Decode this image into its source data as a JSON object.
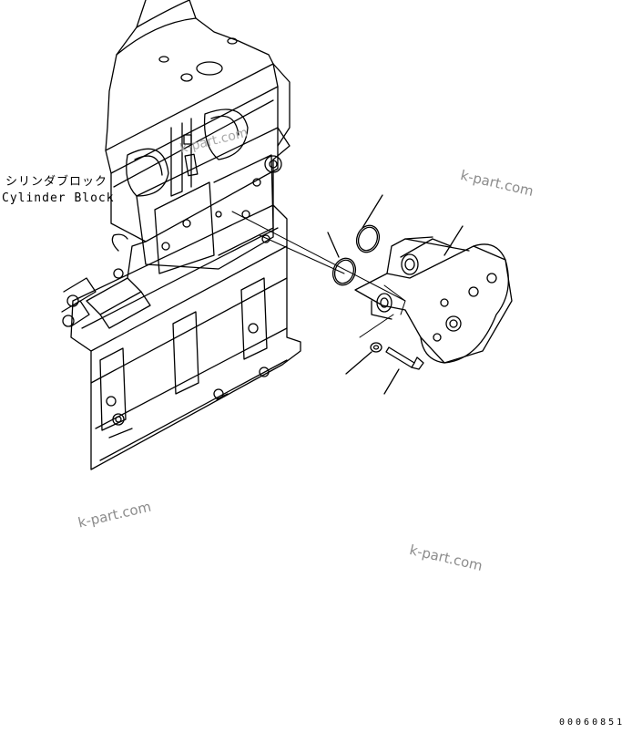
{
  "labels": {
    "part_name_jp": "シリンダブロック",
    "part_name_en": "Cylinder Block"
  },
  "watermarks": [
    "k-part.com",
    "k-part.com",
    "k-part.com",
    "k-part.com"
  ],
  "drawing_code": "00060851",
  "colors": {
    "line": "#000000",
    "watermark": "#8c8c8c",
    "background": "#ffffff"
  }
}
